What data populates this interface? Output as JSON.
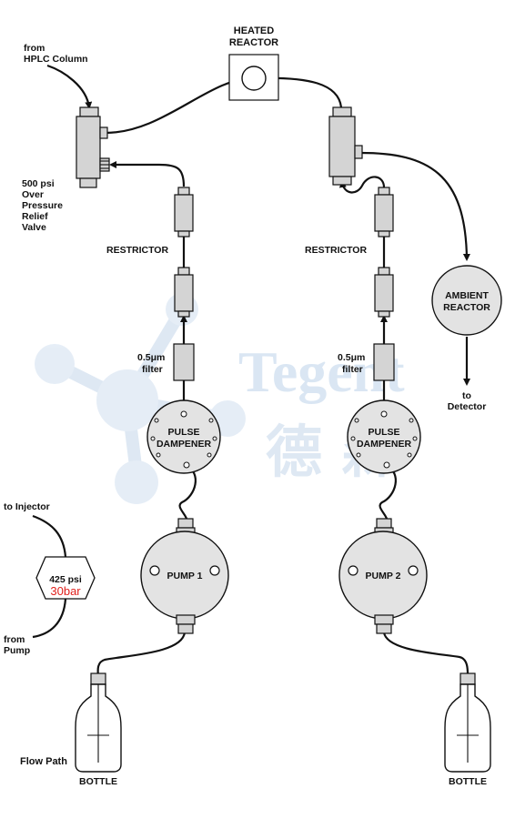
{
  "labels": {
    "heated_reactor_line1": "HEATED",
    "heated_reactor_line2": "REACTOR",
    "from_hplc_line1": "from",
    "from_hplc_line2": "HPLC Column",
    "relief_line1": "500 psi",
    "relief_line2": "Over",
    "relief_line3": "Pressure",
    "relief_line4": "Relief",
    "relief_line5": "Valve",
    "restrictor_left": "RESTRICTOR",
    "restrictor_right": "RESTRICTOR",
    "filter_left_line1": "0.5μm",
    "filter_left_line2": "filter",
    "filter_right_line1": "0.5μm",
    "filter_right_line2": "filter",
    "pulse_left_line1": "PULSE",
    "pulse_left_line2": "DAMPENER",
    "pulse_right_line1": "PULSE",
    "pulse_right_line2": "DAMPENER",
    "pump1": "PUMP 1",
    "pump2": "PUMP 2",
    "ambient_line1": "AMBIENT",
    "ambient_line2": "REACTOR",
    "to_detector_line1": "to",
    "to_detector_line2": "Detector",
    "to_injector": "to Injector",
    "valve_psi": "425 psi",
    "valve_bar": "30bar",
    "from_pump_line1": "from",
    "from_pump_line2": "Pump",
    "flow_path": "Flow Path",
    "bottle_left": "BOTTLE",
    "bottle_right": "BOTTLE"
  },
  "watermark": {
    "latin": "Tegent",
    "cjk": "德 森"
  }
}
